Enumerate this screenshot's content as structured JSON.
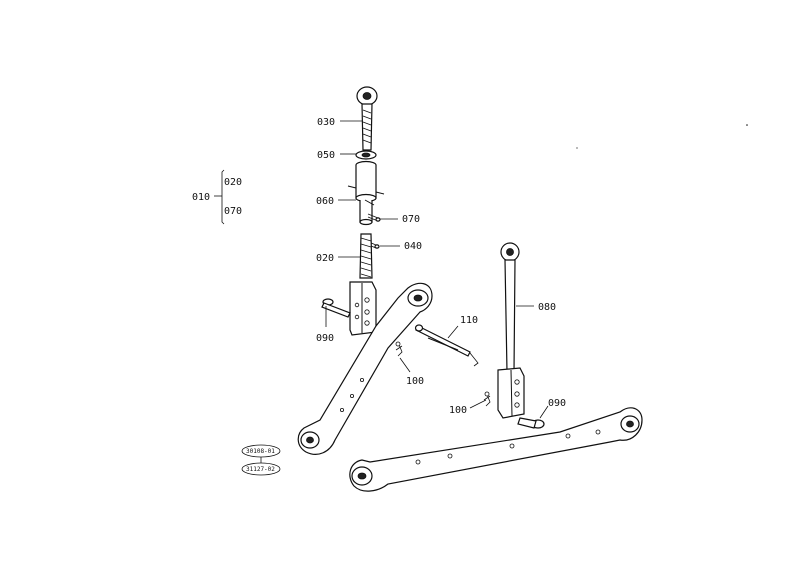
{
  "labels": {
    "p030": "030",
    "p050": "050",
    "p060": "060",
    "p070a": "070",
    "p040": "040",
    "p020": "020",
    "p090a": "090",
    "p100a": "100",
    "p110": "110",
    "p080": "080",
    "p100b": "100",
    "p090b": "090",
    "k010": "010",
    "k020": "020",
    "k070": "070"
  },
  "codes": {
    "code1": "30108-01",
    "code2": "31127-02"
  }
}
